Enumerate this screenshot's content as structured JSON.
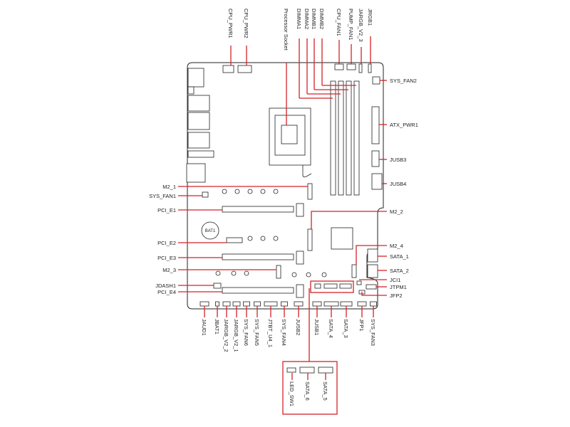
{
  "title": "Motherboard layout",
  "top_labels": [
    "CPU_PWR1",
    "CPU_PWR2",
    "Processor Socket",
    "DIMMA1",
    "DIMMA2",
    "DIMMB1",
    "DIMMB2",
    "CPU_FAN1",
    "PUMP_FAN1",
    "JARGB_V2_3",
    "JRGB1"
  ],
  "right_labels": [
    "SYS_FAN2",
    "ATX_PWR1",
    "JUSB3",
    "JUSB4",
    "M2_2",
    "M2_4",
    "SATA_1",
    "SATA_2",
    "JCI1",
    "JTPM1",
    "JFP2"
  ],
  "left_labels": [
    "M2_1",
    "SYS_FAN1",
    "PCI_E1",
    "PCI_E2",
    "PCI_E3",
    "M2_3",
    "JDASH1",
    "PCI_E4"
  ],
  "bottom_labels": [
    "JAUD1",
    "JBAT1",
    "JARGB_V2_2",
    "JARGB_V2_1",
    "SYS_FAN6",
    "SYS_FAN5",
    "JTBT_U4_1",
    "SYS_FAN4",
    "JUSB2",
    "JUSB1",
    "SATA_4",
    "SATA_3",
    "JFP1",
    "SYS_FAN3"
  ],
  "inset_labels": [
    "LED_SW1",
    "SATA_6",
    "SATA_5"
  ],
  "battery_label": "BAT1",
  "accent_color": "#d3232a"
}
